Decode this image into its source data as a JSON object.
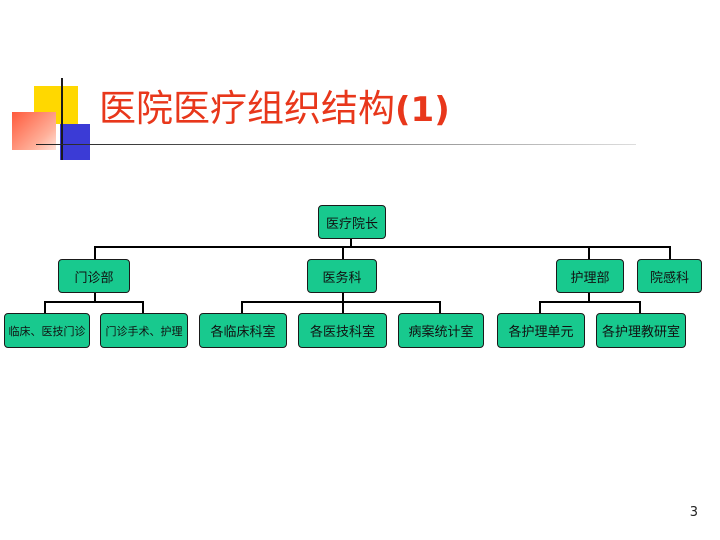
{
  "title": {
    "main": "医院医疗组织结构",
    "suffix": "(1)"
  },
  "org_chart": {
    "root": "医疗院长",
    "level1": [
      "门诊部",
      "医务科",
      "护理部",
      "院感科"
    ],
    "level2": {
      "outpatient": [
        "临床、医技门诊",
        "门诊手术、护理"
      ],
      "medical_affairs": [
        "各临床科室",
        "各医技科室",
        "病案统计室"
      ],
      "nursing": [
        "各护理单元",
        "各护理教研室"
      ]
    }
  },
  "colors": {
    "node_fill": "#18c98e",
    "title": "#e8371b"
  },
  "page_number": "3"
}
